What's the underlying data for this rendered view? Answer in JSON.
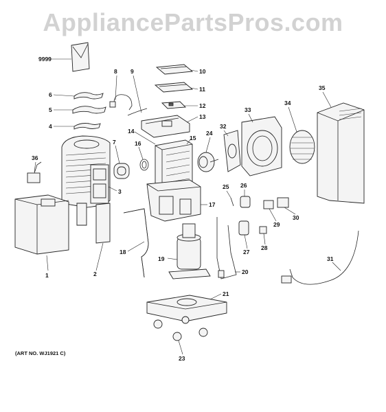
{
  "watermark": "AppliancePartsPros.com",
  "art_number": "(ART NO. WJ1921 C)",
  "colors": {
    "ink": "#222222",
    "watermark": "#d2d2d2",
    "background": "#ffffff"
  },
  "callouts": [
    "1",
    "2",
    "3",
    "4",
    "5",
    "6",
    "7",
    "8",
    "9",
    "10",
    "11",
    "12",
    "13",
    "14",
    "15",
    "16",
    "17",
    "18",
    "19",
    "20",
    "21",
    "23",
    "24",
    "25",
    "26",
    "27",
    "28",
    "29",
    "30",
    "31",
    "32",
    "33",
    "34",
    "35",
    "36",
    "9999"
  ]
}
